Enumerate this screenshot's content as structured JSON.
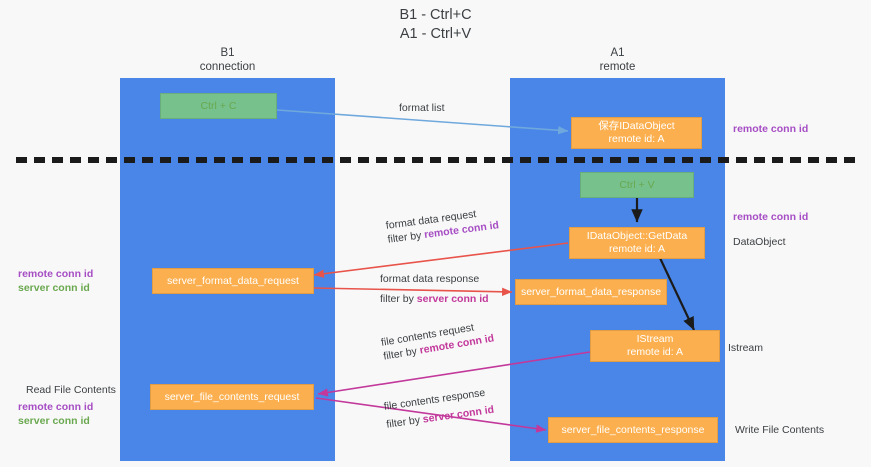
{
  "title": {
    "line1": "B1 - Ctrl+C",
    "line2": "A1 - Ctrl+V"
  },
  "lanes": [
    {
      "id": "b1",
      "name": "B1",
      "sub": "connection",
      "color": "#4a86e8"
    },
    {
      "id": "a1",
      "name": "A1",
      "sub": "remote",
      "color": "#4a86e8"
    }
  ],
  "colors": {
    "lane": "#4a86e8",
    "green_node": "#76c18c",
    "orange_node": "#fbaf4e",
    "purple": "#a64dc4",
    "green_text": "#6aa84f",
    "magenta": "#c2389b",
    "red_arrow": "#e8534a",
    "blue_arrow": "#6fa8dc",
    "black": "#1b1b1b"
  },
  "nodes": {
    "ctrl_c": {
      "line1": "Ctrl + C",
      "line2": ""
    },
    "datasource": {
      "line1": "保存IDataObject",
      "line2": "remote id: A"
    },
    "ctrl_v": {
      "line1": "Ctrl + V",
      "line2": ""
    },
    "getdata": {
      "line1": "IDataObject::GetData",
      "line2": "remote id: A"
    },
    "fmt_req": {
      "line1": "server_format_data_request",
      "line2": ""
    },
    "fmt_resp": {
      "line1": "server_format_data_response",
      "line2": ""
    },
    "istream": {
      "line1": "IStream",
      "line2": "remote id: A"
    },
    "file_req": {
      "line1": "server_file_contents_request",
      "line2": ""
    },
    "file_resp": {
      "line1": "server_file_contents_response",
      "line2": ""
    }
  },
  "edge_labels": {
    "format_list": "format list",
    "fmt_req_l1": "format data request",
    "fmt_req_l2_prefix": "filter by ",
    "fmt_req_l2_hl": "remote conn id",
    "fmt_resp_l1": "format data response",
    "fmt_resp_l2_prefix": "filter by ",
    "fmt_resp_l2_hl": "server conn id",
    "file_req_l1": "file contents request",
    "file_req_l2_prefix": "filter by ",
    "file_req_l2_hl": "remote conn id",
    "file_resp_l1": "file contents response",
    "file_resp_l2_prefix": "filter by ",
    "file_resp_l2_hl": "server conn id"
  },
  "annotations": {
    "right_remote_conn_top": "remote conn id",
    "right_remote_conn_mid": "remote conn id",
    "right_dataobject": "DataObject",
    "right_istream": "Istream",
    "right_write_file": "Write File Contents",
    "left_remote_conn": "remote conn id",
    "left_server_conn": "server conn id",
    "left_read_file": "Read File Contents",
    "left_remote_conn2": "remote conn id",
    "left_server_conn2": "server conn id"
  }
}
